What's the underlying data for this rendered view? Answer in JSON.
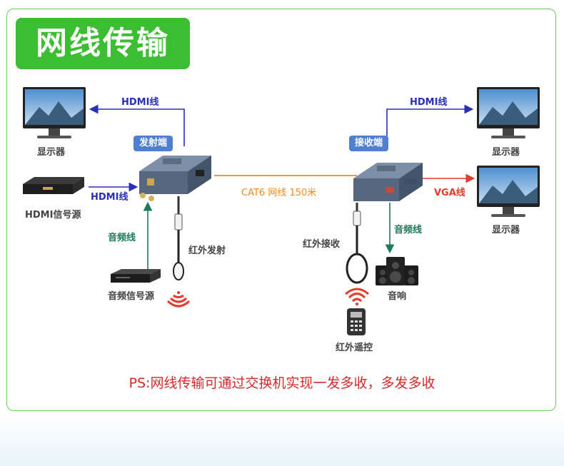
{
  "title": "网线传输",
  "labels": {
    "hdmi_line_tx": "HDMI线",
    "display_tx": "显示器",
    "hdmi_source": "HDMI信号源",
    "hdmi_line_in": "HDMI线",
    "audio_line_tx": "音频线",
    "audio_source": "音频信号源",
    "ir_emit": "红外发射",
    "sender_tag": "发射端",
    "cable": "CAT6 网线 150米",
    "receiver_tag": "接收端",
    "hdmi_line_rx": "HDMI线",
    "display_rx1": "显示器",
    "vga_line": "VGA线",
    "display_rx2": "显示器",
    "audio_line_rx": "音频线",
    "speaker": "音响",
    "ir_receive": "红外接收",
    "remote": "红外遥控"
  },
  "ps_note": "PS:网线传输可通过交换机实现一发多收，多发多收",
  "colors": {
    "title_bg": "#3cbe33",
    "hdmi_arrow": "#2a2fb8",
    "audio_arrow": "#1d7a5a",
    "cable": "#f08a24",
    "vga_arrow": "#e53b2c",
    "border": "#6ccc57"
  },
  "icons": [
    "monitor-icon",
    "set-top-box-icon",
    "dvd-player-icon",
    "extender-device-icon",
    "ir-cable-icon",
    "speaker-icon",
    "remote-icon",
    "wireless-signal-icon"
  ]
}
